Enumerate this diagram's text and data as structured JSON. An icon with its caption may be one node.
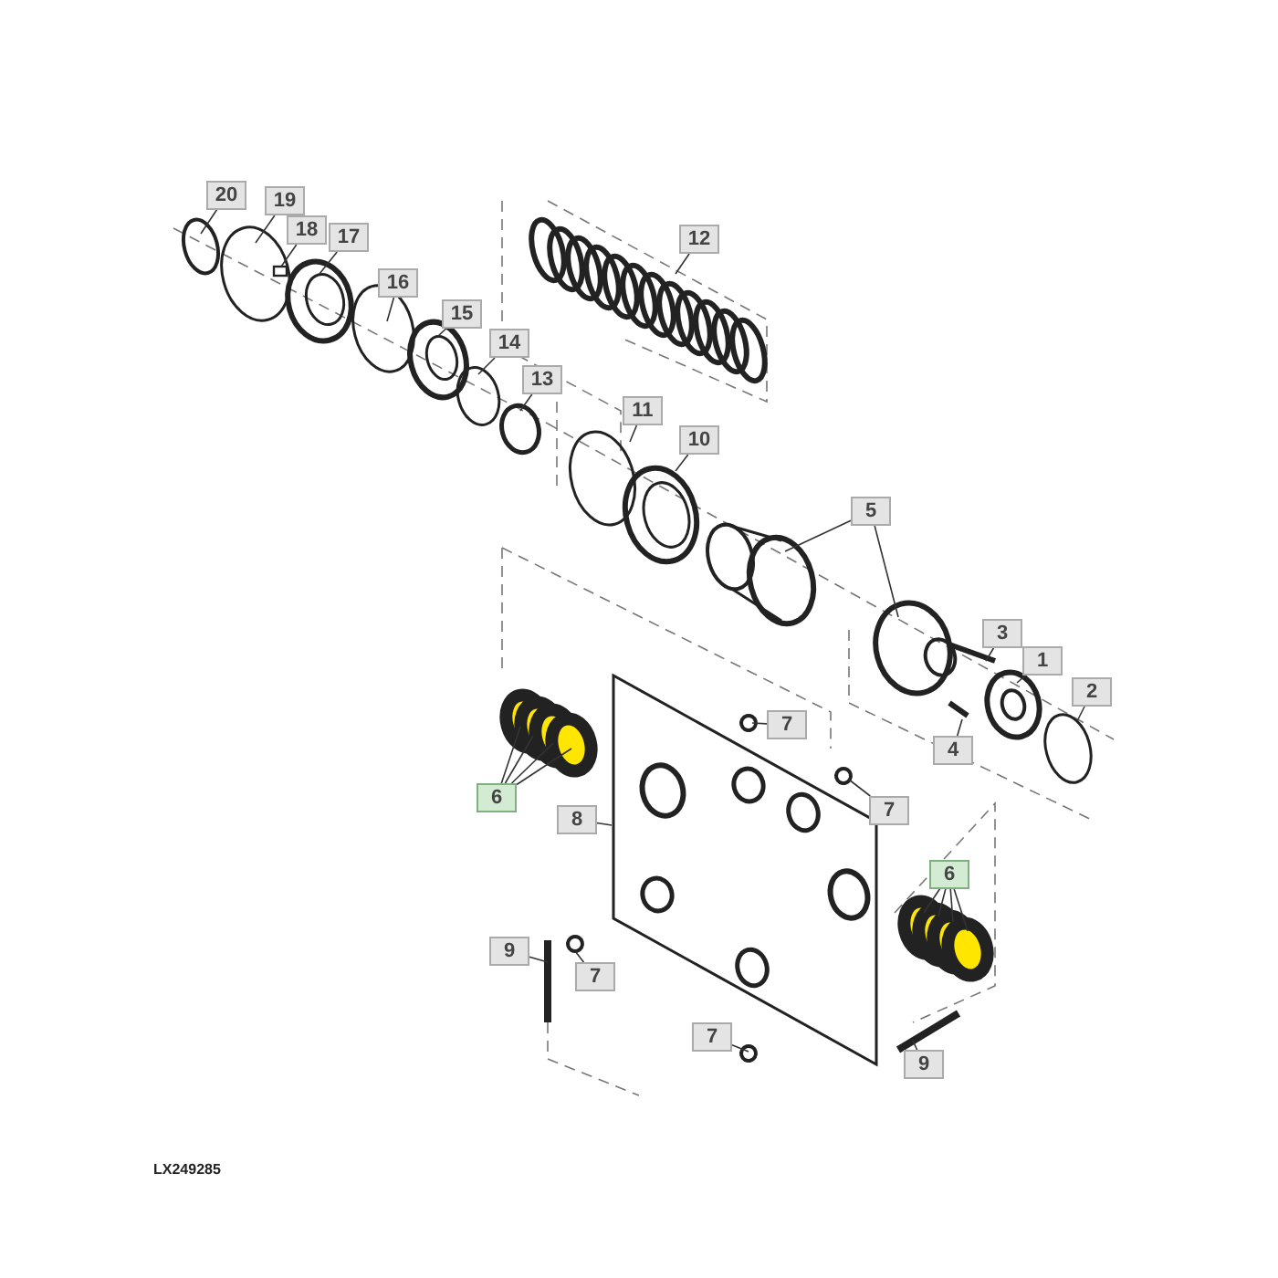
{
  "diagram": {
    "nodes": [
      {
        "text": [
          "20"
        ]
      },
      {
        "text": [
          "19"
        ]
      },
      {
        "text": [
          "18"
        ]
      },
      {
        "text": [
          "17"
        ]
      },
      {
        "text": [
          "12"
        ]
      },
      {
        "text": [
          "16"
        ]
      },
      {
        "text": [
          "15"
        ]
      },
      {
        "text": [
          "14"
        ]
      },
      {
        "text": [
          "13"
        ]
      },
      {
        "text": [
          "11"
        ]
      },
      {
        "text": [
          "10"
        ]
      },
      {
        "text": [
          "5"
        ]
      },
      {
        "text": [
          "3"
        ]
      },
      {
        "text": [
          "1"
        ]
      },
      {
        "text": [
          "2"
        ]
      },
      {
        "text": [
          "7"
        ]
      },
      {
        "text": [
          "6"
        ]
      },
      {
        "text": [
          "4"
        ]
      },
      {
        "text": [
          "8"
        ]
      },
      {
        "text": [
          "7"
        ]
      },
      {
        "text": [
          "6"
        ]
      },
      {
        "text": [
          "9"
        ]
      },
      {
        "text": [
          "7"
        ]
      },
      {
        "text": [
          "7"
        ]
      },
      {
        "text": [
          "9"
        ]
      }
    ],
    "edges": [
      {
        "from": 0,
        "to": null,
        "arrow": "none"
      },
      {
        "from": 1,
        "to": null,
        "arrow": "none"
      },
      {
        "from": 2,
        "to": null,
        "arrow": "none"
      },
      {
        "from": 3,
        "to": null,
        "arrow": "none"
      },
      {
        "from": 4,
        "to": null,
        "arrow": "none"
      },
      {
        "from": 5,
        "to": null,
        "arrow": "none"
      },
      {
        "from": 6,
        "to": null,
        "arrow": "none"
      },
      {
        "from": 7,
        "to": null,
        "arrow": "none"
      },
      {
        "from": 8,
        "to": null,
        "arrow": "none"
      },
      {
        "from": 9,
        "to": null,
        "arrow": "none"
      },
      {
        "from": 10,
        "to": null,
        "arrow": "none"
      },
      {
        "from": 11,
        "to": null,
        "arrow": "none"
      },
      {
        "from": 11,
        "to": null,
        "arrow": "none"
      },
      {
        "from": 12,
        "to": null,
        "arrow": "none"
      },
      {
        "from": 13,
        "to": null,
        "arrow": "none"
      },
      {
        "from": 14,
        "to": null,
        "arrow": "none"
      },
      {
        "from": 15,
        "to": null,
        "arrow": "none"
      },
      {
        "from": 16,
        "to": null,
        "arrow": "none"
      },
      {
        "from": 16,
        "to": null,
        "arrow": "none"
      },
      {
        "from": 16,
        "to": null,
        "arrow": "none"
      },
      {
        "from": 16,
        "to": null,
        "arrow": "none"
      },
      {
        "from": 17,
        "to": null,
        "arrow": "none"
      },
      {
        "from": 18,
        "to": null,
        "arrow": "none"
      },
      {
        "from": 19,
        "to": null,
        "arrow": "none"
      },
      {
        "from": 20,
        "to": null,
        "arrow": "none"
      },
      {
        "from": 20,
        "to": null,
        "arrow": "none"
      },
      {
        "from": 20,
        "to": null,
        "arrow": "none"
      },
      {
        "from": 20,
        "to": null,
        "arrow": "none"
      },
      {
        "from": 21,
        "to": null,
        "arrow": "none"
      },
      {
        "from": 22,
        "to": null,
        "arrow": "none"
      },
      {
        "from": 23,
        "to": null,
        "arrow": "none"
      },
      {
        "from": 24,
        "to": null,
        "arrow": "none"
      }
    ],
    "labels": [
      "LX249285"
    ]
  }
}
